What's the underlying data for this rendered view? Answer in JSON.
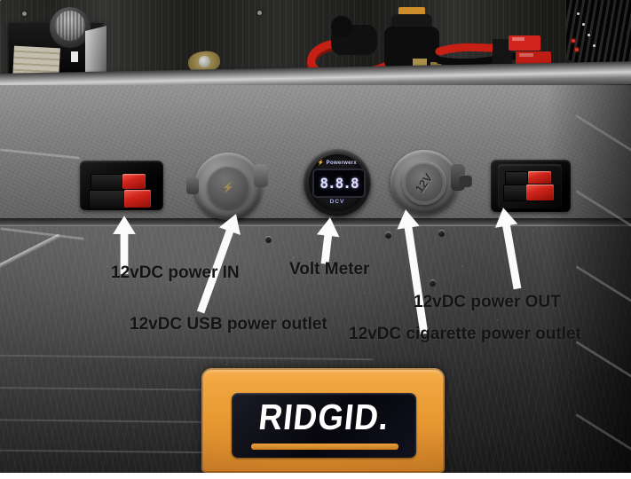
{
  "colors": {
    "arrow": "#fbfbfb",
    "label": "#141414",
    "logo_orange": "#eda03c",
    "connector_red": "#d0241b"
  },
  "icons": {
    "lightning": "⚡"
  },
  "annotations": {
    "power_in": {
      "label": "12vDC power IN"
    },
    "usb_outlet": {
      "label": "12vDC USB power outlet"
    },
    "volt_meter": {
      "label": "Volt Meter"
    },
    "cigarette_outlet": {
      "label": "12vDC cigarette power outlet"
    },
    "power_out": {
      "label": "12vDC power OUT"
    }
  },
  "meter": {
    "brand": "Powerwerx",
    "display": "8.8.8",
    "unit": "DCV"
  },
  "cigarette": {
    "cap_label": "12V"
  },
  "logo": {
    "text": "RIDGID."
  }
}
